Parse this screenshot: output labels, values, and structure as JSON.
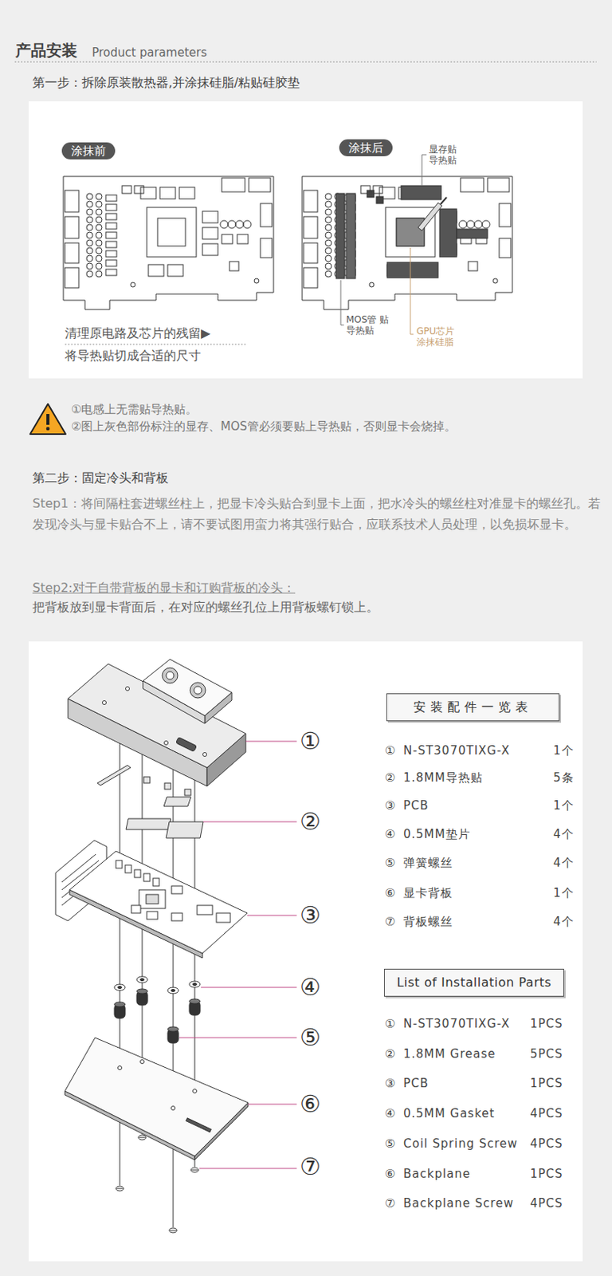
{
  "diagram": {
    "title": "产品安装",
    "nodes": [
      {
        "text": [
          "涂抹前"
        ]
      },
      {
        "text": [
          "涂抹后"
        ]
      },
      {
        "text": [
          "安装配件一览表"
        ]
      },
      {
        "text": [
          "List of Installation Parts"
        ]
      }
    ],
    "labels": [
      "Product parameters",
      "第一步：拆除原装散热器,并涂抹硅脂/粘贴硅胶垫",
      "显存贴 导热贴",
      "清理原电路及芯片的残留▶",
      "将导热贴切成合适的尺寸",
      "MOS管 贴导热贴",
      "GPU芯片 涂抹硅脂",
      "①电感上无需贴导热贴。",
      "②图上灰色部份标注的显存、MOS管必须要贴上导热贴，否则显卡会烧掉。",
      "第二步：固定冷头和背板",
      "Step1：将间隔柱套进螺丝柱上，把显卡冷头贴合到显卡上面，把水冷头的螺丝柱对准显卡的螺丝孔。若发现冷头与显卡贴合不上，请不要试图用蛮力将其强行贴合，应联系技术人员处理，以免损坏显卡。",
      "Step2:对于自带背板的显卡和订购背板的冷头：",
      "把背板放到显卡背面后，在对应的螺丝孔位上用背板螺钉锁上。",
      "①",
      "②",
      "③",
      "④",
      "⑤",
      "⑥",
      "⑦",
      "①",
      "N-ST3070TIXG-X",
      "1个",
      "②",
      "1.8MM导热贴",
      "5条",
      "③",
      "PCB",
      "1个",
      "④",
      "0.5MM垫片",
      "4个",
      "⑤",
      "弹簧螺丝",
      "4个",
      "⑥",
      "显卡背板",
      "1个",
      "⑦",
      "背板螺丝",
      "4个",
      "①",
      "N-ST3070TIXG-X",
      "1PCS",
      "②",
      "1.8MM Grease",
      "5PCS",
      "③",
      "PCB",
      "1PCS",
      "④",
      "0.5MM Gasket",
      "4PCS",
      "⑤",
      "Coil Spring Screw",
      "4PCS",
      "⑥",
      "Backplane",
      "1PCS",
      "⑦",
      "Backplane Screw",
      "4PCS"
    ]
  }
}
